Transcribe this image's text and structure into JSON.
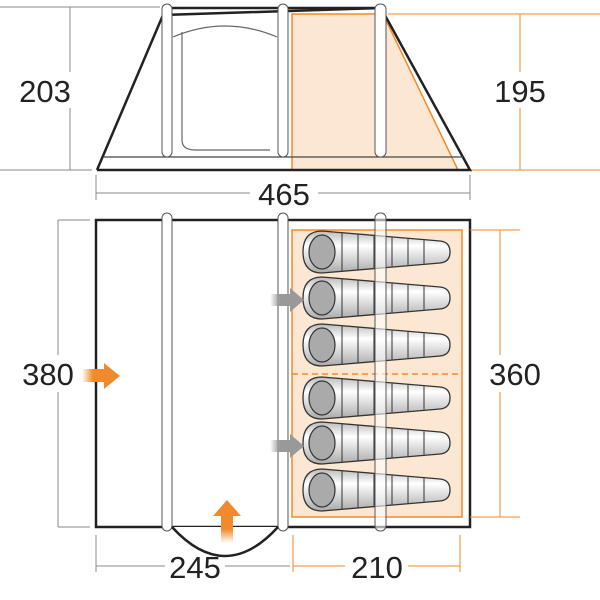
{
  "elevation": {
    "height_left": "203",
    "height_bedroom": "195",
    "width": "465"
  },
  "floorplan": {
    "depth": "380",
    "bedroom_depth": "360",
    "living_width": "245",
    "bedroom_width": "210",
    "sleeping_bags": 6
  },
  "colors": {
    "accent": "#F08A2C",
    "bedroom_fill": "#FCE8D2",
    "outline": "#222222",
    "dimension_line": "#888888"
  }
}
